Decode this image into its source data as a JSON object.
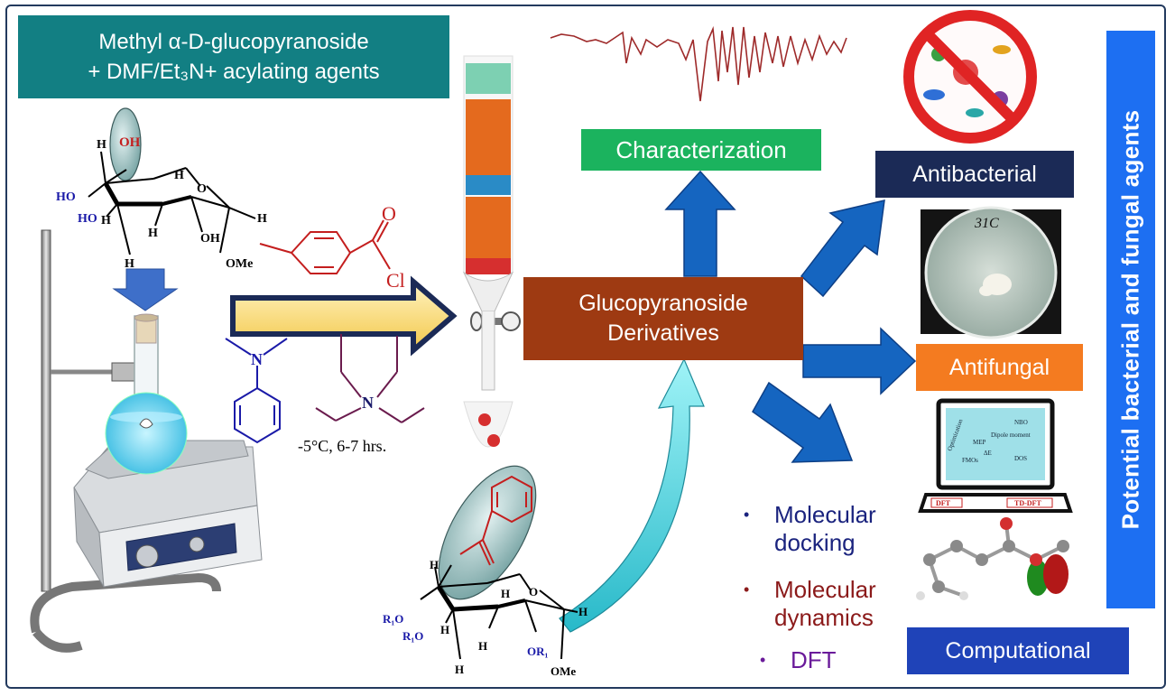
{
  "title": {
    "line1": "Methyl α-D-glucopyranoside",
    "line2": "+ DMF/Et₃N+ acylating agents"
  },
  "boxes": {
    "characterization": "Characterization",
    "glyco_line1": "Glucopyranoside",
    "glyco_line2": "Derivatives",
    "antibacterial": "Antibacterial",
    "antifungal": "Antifungal",
    "computational": "Computational",
    "side_label": "Potential bacterial and fungal agents"
  },
  "bullets": [
    {
      "line1": "Molecular",
      "line2": "docking"
    },
    {
      "line1": "Molecular",
      "line2": "dynamics"
    },
    {
      "line1": "DFT"
    }
  ],
  "reagents": {
    "conditions": "-5°C, 6-7 hrs.",
    "cl": "Cl",
    "o": "O",
    "n": "N"
  },
  "sugar_top": {
    "oh1": "OH",
    "ho1": "HO",
    "ho2": "HO",
    "oh2": "OH",
    "ome": "OMe",
    "o": "O",
    "h": "H"
  },
  "sugar_bottom": {
    "r1o_a": "R₁O",
    "r1o_b": "R₁O",
    "or1": "OR₁",
    "ome": "OMe",
    "o": "O",
    "h": "H"
  },
  "petri_label": "31C",
  "laptop_terms": [
    "Optimization",
    "MEP",
    "Dipole moment",
    "NBO",
    "FMOs",
    "DOS",
    "ΔE"
  ],
  "laptop_buttons": [
    "DFT",
    "TD-DFT"
  ],
  "colors": {
    "teal": "#127f83",
    "green": "#1bb35e",
    "brown": "#9e3a12",
    "navy": "#1b2a56",
    "orange": "#f47b20",
    "blue": "#1f43b8",
    "side_blue": "#1d6ff2",
    "arrow_blue": "#1565c0"
  }
}
